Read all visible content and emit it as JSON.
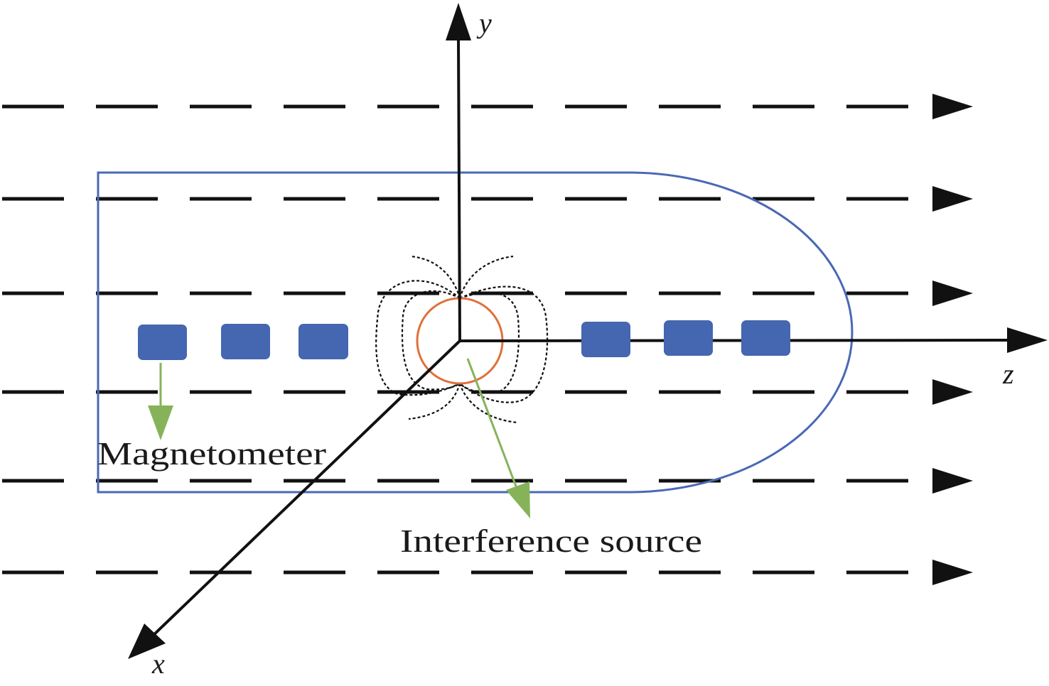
{
  "figure": {
    "type": "schematic",
    "description": "Magnetometer array in a uniform background field with an interference source at the origin"
  },
  "axes": {
    "x": {
      "label": "x"
    },
    "y": {
      "label": "y"
    },
    "z": {
      "label": "z"
    }
  },
  "labels": {
    "magnetometer": "Magnetometer",
    "interference_source": "Interference source"
  },
  "background_field": {
    "direction": "+z",
    "line_count": 6,
    "style": "dashed-with-arrowheads"
  },
  "magnetometers": {
    "count": 6,
    "left_side": 3,
    "right_side": 3
  },
  "colors": {
    "magnetometer_fill": "#4566b0",
    "carrier_outline": "#4a68b4",
    "source_ring": "#e0703a",
    "pointer_arrows": "#86b35a",
    "axes": "#111111",
    "field_lines": "#111111"
  }
}
